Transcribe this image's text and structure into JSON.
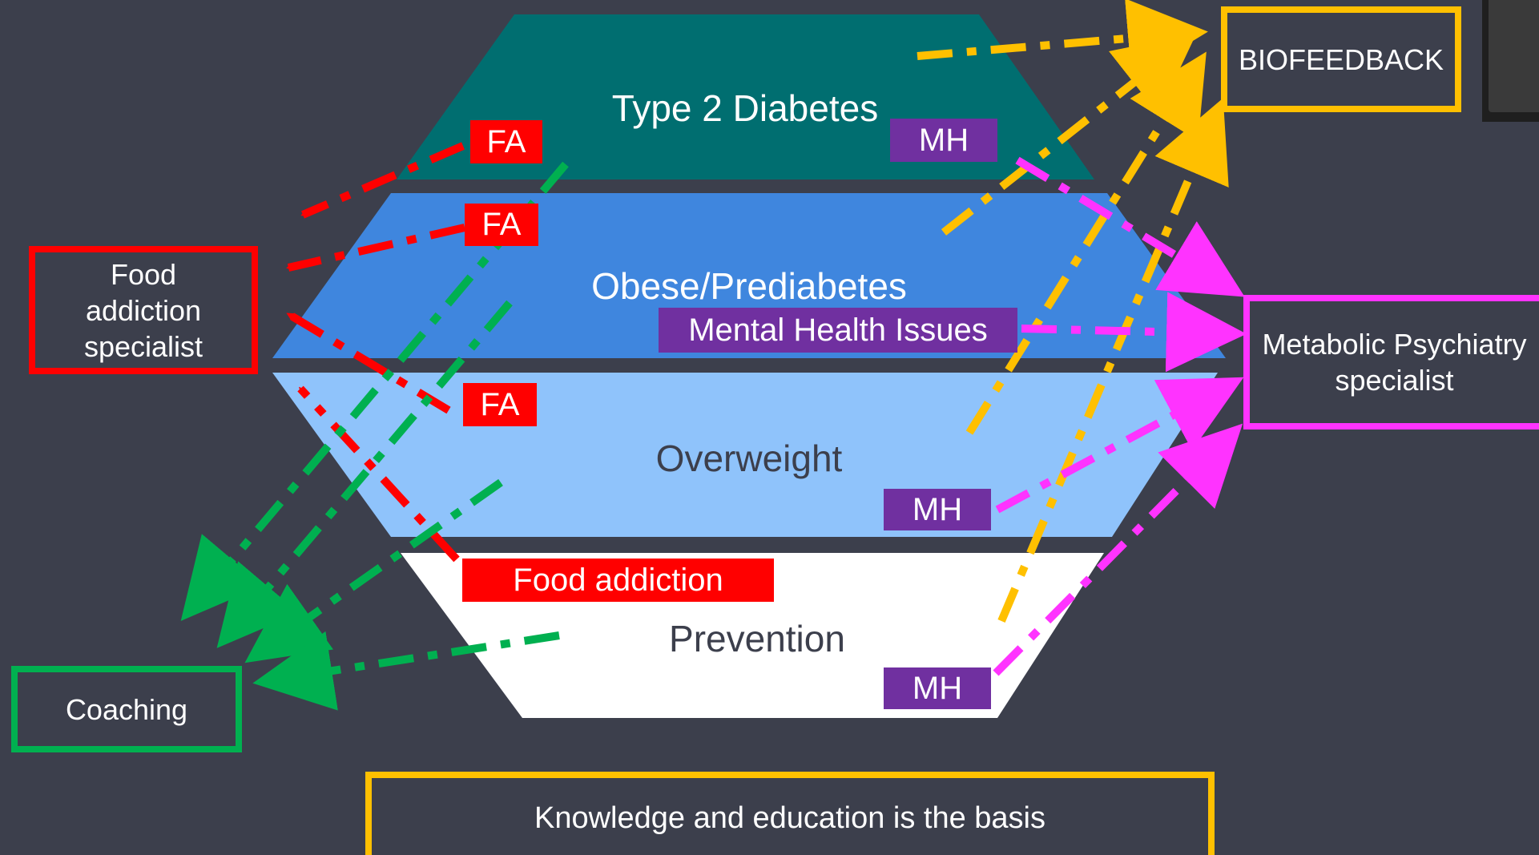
{
  "colors": {
    "background": "#3c3f4c",
    "tier_type2": "#006e70",
    "tier_obese": "#3f86de",
    "tier_overweight": "#8fc3fb",
    "tier_prevention": "#ffffff",
    "food_addiction": "#ff0000",
    "mental_health": "#7030a0",
    "psychiatry": "#ff33ff",
    "coaching": "#00b050",
    "biofeedback": "#ffc000"
  },
  "pyramid": {
    "tiers": [
      {
        "label": "Type 2 Diabetes",
        "color": "#006e70",
        "text_color": "#ffffff"
      },
      {
        "label": "Obese/Prediabetes",
        "color": "#3f86de",
        "text_color": "#ffffff"
      },
      {
        "label": "Overweight",
        "color": "#8fc3fb",
        "text_color": "#3c3f4c"
      },
      {
        "label": "Prevention",
        "color": "#ffffff",
        "text_color": "#3c3f4c"
      }
    ],
    "tags": {
      "fa_type2": "FA",
      "mh_type2": "MH",
      "fa_obese": "FA",
      "mh_obese": "Mental Health Issues",
      "fa_overweight": "FA",
      "mh_overweight": "MH",
      "fa_prevention": "Food addiction",
      "mh_prevention": "MH"
    }
  },
  "specialists": {
    "food_addiction": "Food addiction specialist",
    "coaching": "Coaching",
    "biofeedback": "BIOFEEDBACK",
    "psychiatry": "Metabolic Psychiatry specialist"
  },
  "footer": {
    "basis": "Knowledge and education is the basis"
  }
}
